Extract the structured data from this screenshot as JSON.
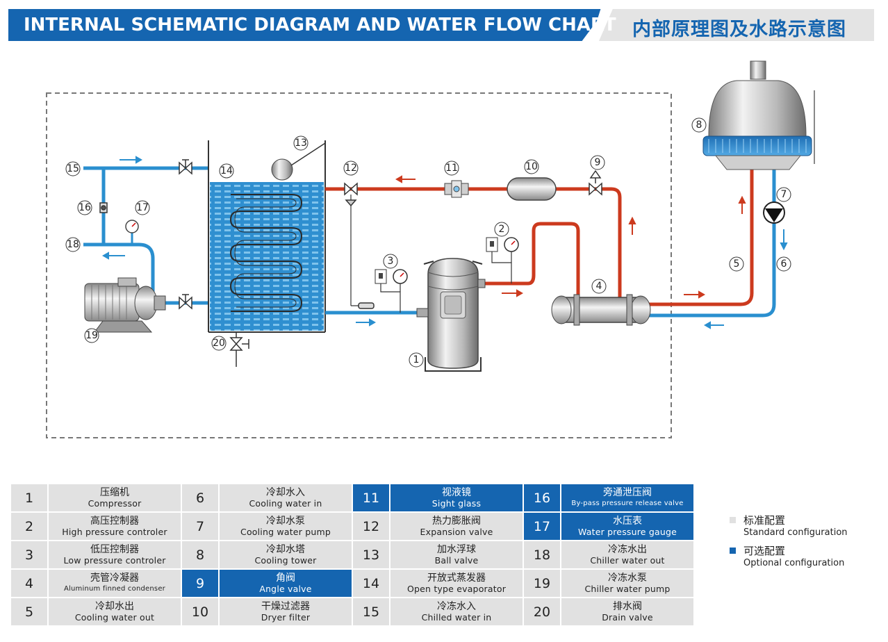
{
  "header": {
    "title_en": "INTERNAL SCHEMATIC DIAGRAM AND WATER FLOW CHART",
    "title_cn": "内部原理图及水路示意图"
  },
  "colors": {
    "brand_blue": "#1565b0",
    "standard_gray": "#e1e1e1",
    "hot_pipe_red": "#cc3a1e",
    "cold_pipe_blue": "#2a8fcf"
  },
  "diagram": {
    "callouts": [
      "1",
      "2",
      "3",
      "4",
      "5",
      "6",
      "7",
      "8",
      "9",
      "10",
      "11",
      "12",
      "13",
      "14",
      "15",
      "16",
      "17",
      "18",
      "19",
      "20"
    ]
  },
  "parts": [
    {
      "num": "1",
      "cn": "压缩机",
      "en": "Compressor",
      "optional": false
    },
    {
      "num": "2",
      "cn": "高压控制器",
      "en": "High pressure controler",
      "optional": false
    },
    {
      "num": "3",
      "cn": "低压控制器",
      "en": "Low pressure controler",
      "optional": false
    },
    {
      "num": "4",
      "cn": "壳管冷凝器",
      "en": "Aluminum finned condenser",
      "optional": false
    },
    {
      "num": "5",
      "cn": "冷却水出",
      "en": "Cooling water out",
      "optional": false
    },
    {
      "num": "6",
      "cn": "冷却水入",
      "en": "Cooling water in",
      "optional": false
    },
    {
      "num": "7",
      "cn": "冷却水泵",
      "en": "Cooling water pump",
      "optional": false
    },
    {
      "num": "8",
      "cn": "冷却水塔",
      "en": "Cooling tower",
      "optional": false
    },
    {
      "num": "9",
      "cn": "角阀",
      "en": "Angle valve",
      "optional": true
    },
    {
      "num": "10",
      "cn": "干燥过滤器",
      "en": "Dryer filter",
      "optional": false
    },
    {
      "num": "11",
      "cn": "视液镜",
      "en": "Sight glass",
      "optional": true
    },
    {
      "num": "12",
      "cn": "热力膨胀阀",
      "en": "Expansion valve",
      "optional": false
    },
    {
      "num": "13",
      "cn": "加水浮球",
      "en": "Ball valve",
      "optional": false
    },
    {
      "num": "14",
      "cn": "开放式蒸发器",
      "en": "Open type evaporator",
      "optional": false
    },
    {
      "num": "15",
      "cn": "冷冻水入",
      "en": "Chilled water in",
      "optional": false
    },
    {
      "num": "16",
      "cn": "旁通泄压阀",
      "en": "By-pass pressure release valve",
      "optional": true
    },
    {
      "num": "17",
      "cn": "水压表",
      "en": "Water pressure gauge",
      "optional": true
    },
    {
      "num": "18",
      "cn": "冷冻水出",
      "en": "Chiller water out",
      "optional": false
    },
    {
      "num": "19",
      "cn": "冷冻水泵",
      "en": "Chiller water pump",
      "optional": false
    },
    {
      "num": "20",
      "cn": "排水阀",
      "en": "Drain valve",
      "optional": false
    }
  ],
  "legend": [
    {
      "cn": "标准配置",
      "en": "Standard configuration",
      "color": "#e1e1e1"
    },
    {
      "cn": "可选配置",
      "en": "Optional configuration",
      "color": "#1565b0"
    }
  ]
}
